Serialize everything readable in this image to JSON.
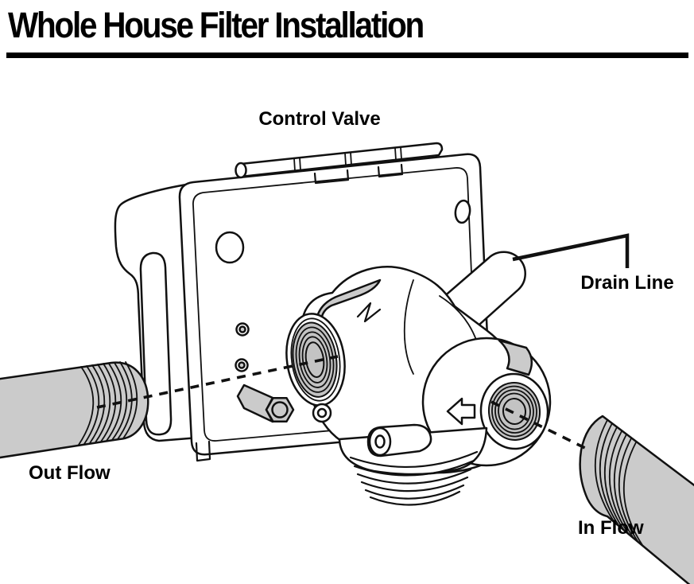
{
  "header": {
    "title": "Whole House Filter Installation"
  },
  "diagram": {
    "labels": {
      "control_valve": "Control Valve",
      "drain_line": "Drain Line",
      "out_flow": "Out Flow",
      "in_flow": "In Flow"
    },
    "colors": {
      "line": "#111111",
      "metal_gray": "#cbcbcb",
      "bore_gray": "#c3c3c3",
      "background": "#ffffff"
    }
  }
}
